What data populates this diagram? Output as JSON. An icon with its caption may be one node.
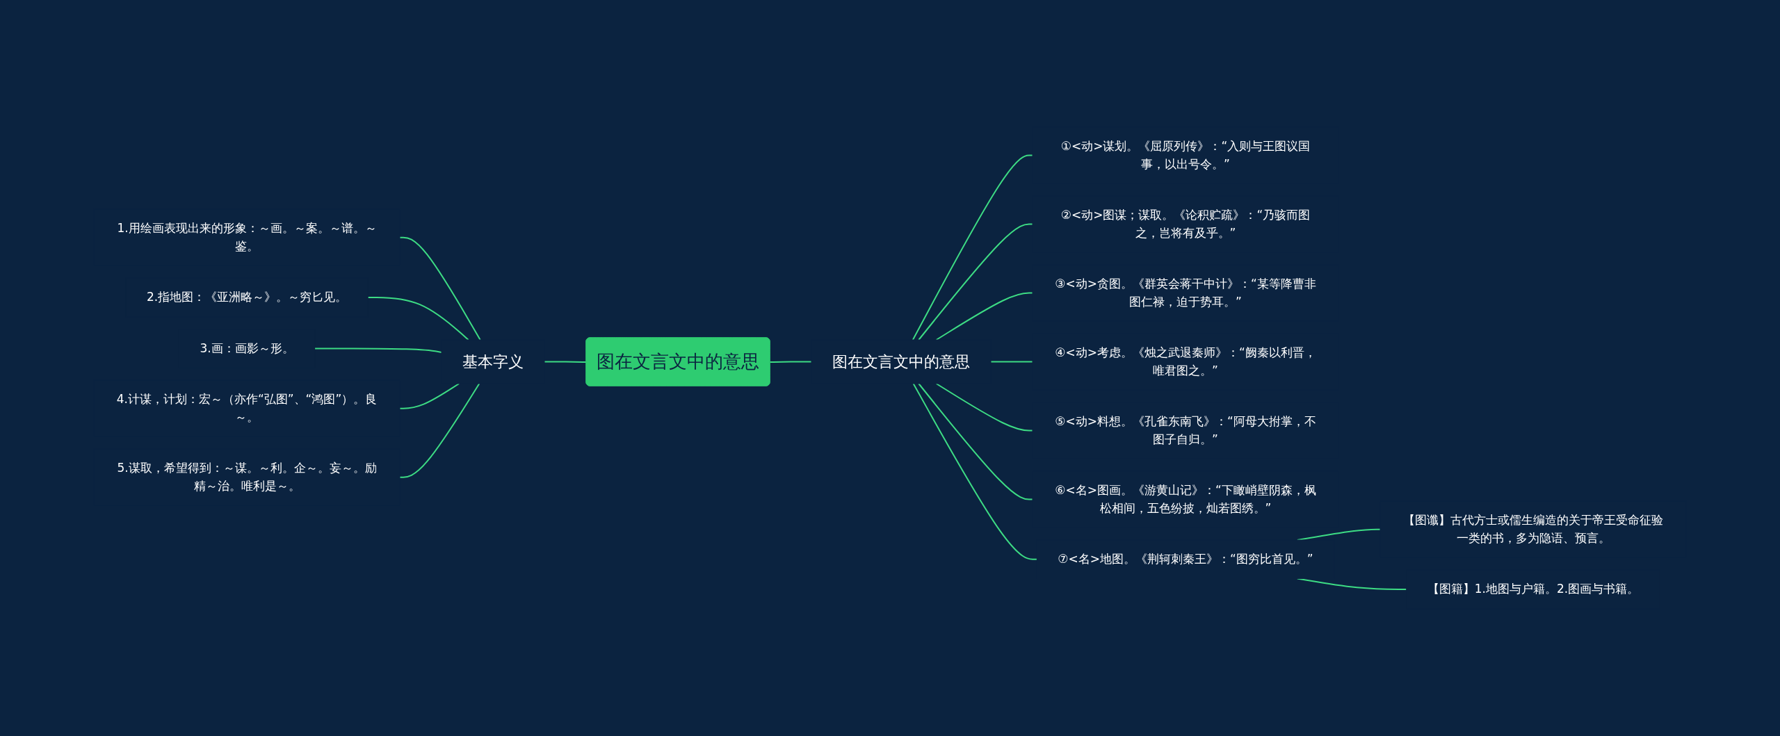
{
  "diagram": {
    "nodes": [
      {
        "text": [
          "图在文言文中的意思"
        ]
      },
      {
        "text": [
          "基本字义"
        ]
      },
      {
        "text": [
          "1.用绘画表现出来的形象：～画。～案。～谱。～鉴。"
        ]
      },
      {
        "text": [
          "2.指地图：《亚洲略～》。～穷匕见。"
        ]
      },
      {
        "text": [
          "3.画：画影～形。"
        ]
      },
      {
        "text": [
          "4.计谋，计划：宏～（亦作“弘图”、“鸿图”）。良～。"
        ]
      },
      {
        "text": [
          "5.谋取，希望得到：～谋。～利。企～。妄～。励精～治。唯利是～。"
        ]
      },
      {
        "text": [
          "图在文言文中的意思"
        ]
      },
      {
        "text": [
          "①<动>谋划。《屈原列传》：“入则与王图议国事，以出号令。”"
        ]
      },
      {
        "text": [
          "②<动>图谋；谋取。《论积贮疏》：“乃骇而图之，岂将有及乎。”"
        ]
      },
      {
        "text": [
          "③<动>贪图。《群英会蒋干中计》：“某等降曹非图仁禄，迫于势耳。”"
        ]
      },
      {
        "text": [
          "④<动>考虑。《烛之武退秦师》：“阙秦以利晋，唯君图之。”"
        ]
      },
      {
        "text": [
          "⑤<动>料想。《孔雀东南飞》：“阿母大拊掌，不图子自归。”"
        ]
      },
      {
        "text": [
          "⑥<名>图画。《游黄山记》：“下瞰峭壁阴森，枫松相间，五色纷披，灿若图绣。”"
        ]
      },
      {
        "text": [
          "⑦<名>地图。《荆轲刺秦王》：“图穷比首见。”"
        ]
      },
      {
        "text": [
          "【图谶】古代方士或儒生编造的关于帝王受命征验一类的书，多为隐语、预言。"
        ]
      },
      {
        "text": [
          "【图籍】1.地图与户籍。2.图画与书籍。"
        ]
      }
    ],
    "edges": [
      {
        "from": 1,
        "to": 0,
        "arrow": "none"
      },
      {
        "from": 2,
        "to": 1,
        "arrow": "none"
      },
      {
        "from": 3,
        "to": 1,
        "arrow": "none"
      },
      {
        "from": 4,
        "to": 1,
        "arrow": "none"
      },
      {
        "from": 5,
        "to": 1,
        "arrow": "none"
      },
      {
        "from": 6,
        "to": 1,
        "arrow": "none"
      },
      {
        "from": 0,
        "to": 7,
        "arrow": "none"
      },
      {
        "from": 7,
        "to": 8,
        "arrow": "none"
      },
      {
        "from": 7,
        "to": 9,
        "arrow": "none"
      },
      {
        "from": 7,
        "to": 10,
        "arrow": "none"
      },
      {
        "from": 7,
        "to": 11,
        "arrow": "none"
      },
      {
        "from": 7,
        "to": 12,
        "arrow": "none"
      },
      {
        "from": 7,
        "to": 13,
        "arrow": "none"
      },
      {
        "from": 7,
        "to": 14,
        "arrow": "none"
      },
      {
        "from": 14,
        "to": 15,
        "arrow": "none"
      },
      {
        "from": 14,
        "to": 16,
        "arrow": "none"
      }
    ]
  }
}
